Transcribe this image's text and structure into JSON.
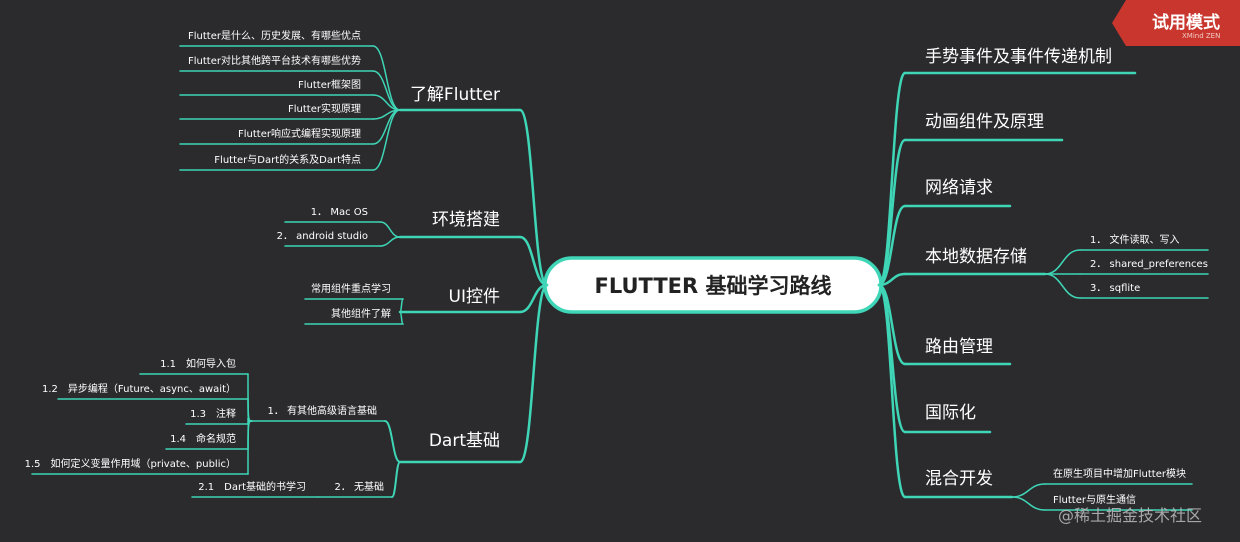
{
  "badge": {
    "label": "试用模式",
    "sub": "XMind ZEN"
  },
  "watermark": "@稀土掘金技术社区",
  "colors": {
    "background": "#2b2b2e",
    "line": "#3ed6b6",
    "text": "#ffffff"
  },
  "root": {
    "label": "FLUTTER 基础学习路线"
  },
  "left_branches": [
    {
      "label": "了解Flutter",
      "children": [
        {
          "label": "Flutter是什么、历史发展、有哪些优点"
        },
        {
          "label": "Flutter对比其他跨平台技术有哪些优势"
        },
        {
          "label": "Flutter框架图"
        },
        {
          "label": "Flutter实现原理"
        },
        {
          "label": "Flutter响应式编程实现原理"
        },
        {
          "label": "Flutter与Dart的关系及Dart特点"
        }
      ]
    },
    {
      "label": "环境搭建",
      "children": [
        {
          "label": "1． Mac OS"
        },
        {
          "label": "2． android studio"
        }
      ]
    },
    {
      "label": "UI控件",
      "children": [
        {
          "label": "常用组件重点学习"
        },
        {
          "label": "其他组件了解"
        }
      ]
    },
    {
      "label": "Dart基础",
      "children": [
        {
          "label": "1． 有其他高级语言基础",
          "children": [
            {
              "label": "1.1　如何导入包"
            },
            {
              "label": "1.2　异步编程（Future、async、await）"
            },
            {
              "label": "1.3　注释"
            },
            {
              "label": "1.4　命名规范"
            },
            {
              "label": "1.5　如何定义变量作用域（private、public）"
            }
          ]
        },
        {
          "label": "2． 无基础",
          "children": [
            {
              "label": "2.1　Dart基础的书学习"
            }
          ]
        }
      ]
    }
  ],
  "right_branches": [
    {
      "label": "手势事件及事件传递机制",
      "children": []
    },
    {
      "label": "动画组件及原理",
      "children": []
    },
    {
      "label": "网络请求",
      "children": []
    },
    {
      "label": "本地数据存储",
      "children": [
        {
          "label": "1． 文件读取、写入"
        },
        {
          "label": "2． shared_preferences"
        },
        {
          "label": "3． sqflite"
        }
      ]
    },
    {
      "label": "路由管理",
      "children": []
    },
    {
      "label": "国际化",
      "children": []
    },
    {
      "label": "混合开发",
      "children": [
        {
          "label": "在原生项目中增加Flutter模块"
        },
        {
          "label": "Flutter与原生通信"
        }
      ]
    }
  ]
}
